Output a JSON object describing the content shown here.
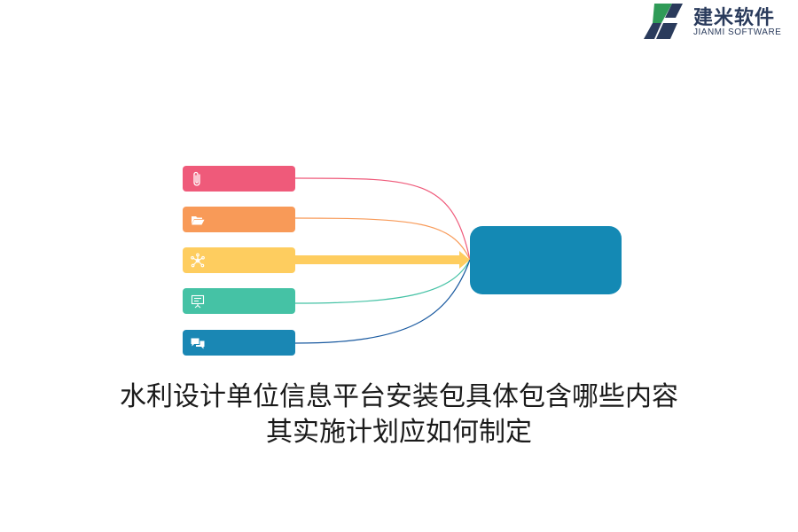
{
  "brand": {
    "name_cn": "建米软件",
    "name_en": "JIANMI SOFTWARE",
    "color_dark": "#2a3b5c",
    "color_green": "#2f9b57"
  },
  "diagram": {
    "items": [
      {
        "icon": "paperclip-icon",
        "color": "#ef5a7a"
      },
      {
        "icon": "folder-open-icon",
        "color": "#f89a58"
      },
      {
        "icon": "network-icon",
        "color": "#fecd5f"
      },
      {
        "icon": "presentation-board-icon",
        "color": "#45c2a5"
      },
      {
        "icon": "chat-bubbles-icon",
        "color": "#1a87b4"
      }
    ],
    "center_color": "#1489b4"
  },
  "title": {
    "line1": "水利设计单位信息平台安装包具体包含哪些内容",
    "line2": "其实施计划应如何制定"
  }
}
